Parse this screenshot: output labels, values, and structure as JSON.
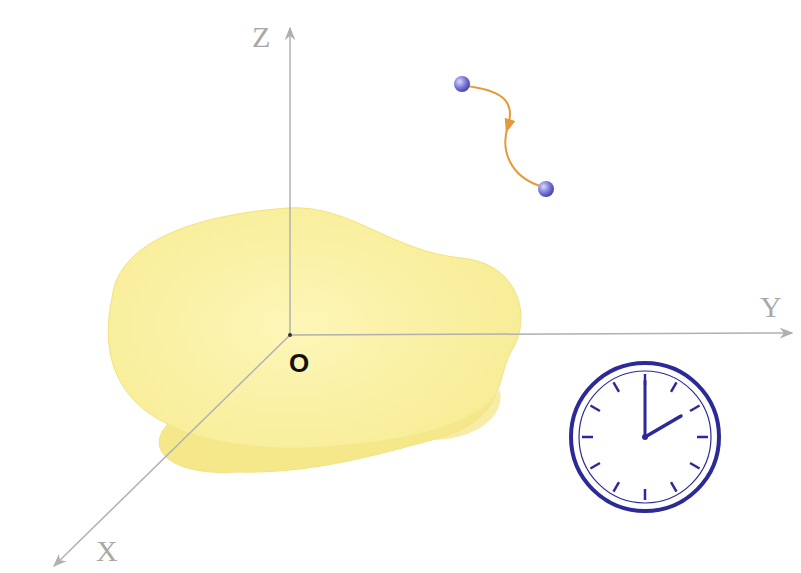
{
  "diagram": {
    "labels": [
      "Z",
      "Y",
      "X",
      "O"
    ]
  }
}
